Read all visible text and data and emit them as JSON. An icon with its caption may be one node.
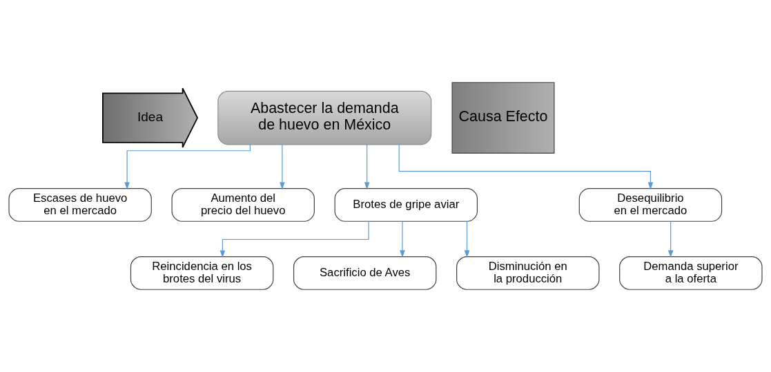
{
  "diagram": {
    "nodes": [
      {
        "text": [
          "Escases de huevo en el mercado"
        ]
      },
      {
        "text": [
          "Aumento del precio del huevo"
        ]
      },
      {
        "text": [
          "Idea"
        ]
      },
      {
        "text": [
          "Abastecer la demanda de huevo en México"
        ]
      },
      {
        "text": [
          "Causa Efecto"
        ]
      },
      {
        "text": [
          "Brotes de gripe aviar"
        ]
      },
      {
        "text": [
          "Desequilibrio en el mercado"
        ]
      },
      {
        "text": [
          "Reincidencia en los brotes del virus"
        ]
      },
      {
        "text": [
          "Sacrificio de Aves"
        ]
      },
      {
        "text": [
          "Disminución en la producción"
        ]
      },
      {
        "text": [
          "Demanda superior a la oferta"
        ]
      }
    ],
    "edges": [
      {
        "from": 3,
        "to": 0,
        "arrow": "to"
      },
      {
        "from": 3,
        "to": 1,
        "arrow": "to"
      },
      {
        "from": 3,
        "to": 5,
        "arrow": "to"
      },
      {
        "from": 3,
        "to": 6,
        "arrow": "to"
      },
      {
        "from": 5,
        "to": 7,
        "arrow": "to"
      },
      {
        "from": 5,
        "to": 8,
        "arrow": "to"
      },
      {
        "from": 5,
        "to": 9,
        "arrow": "to"
      },
      {
        "from": 6,
        "to": 10,
        "arrow": "to"
      }
    ]
  }
}
